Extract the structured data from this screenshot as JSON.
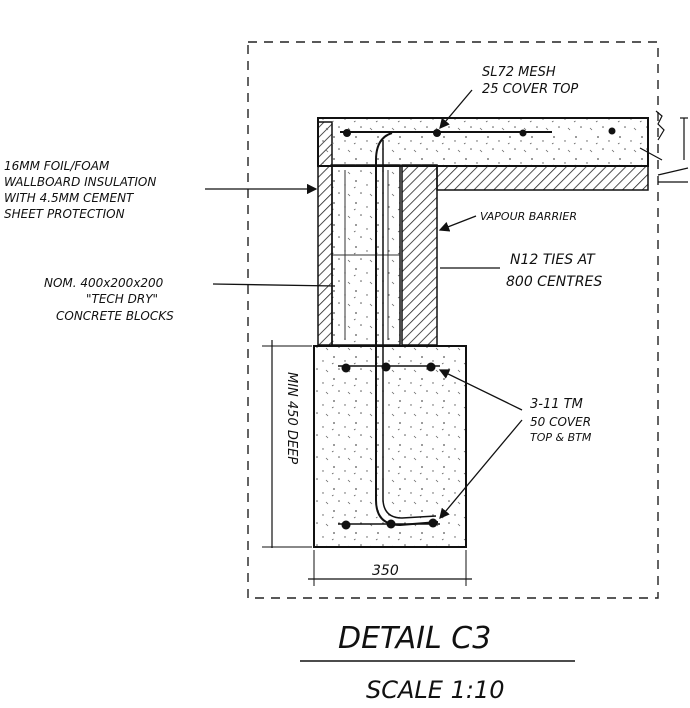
{
  "labels": {
    "mesh_line1": "SL72 MESH",
    "mesh_line2": "25 COVER TOP",
    "insulation_line1": "16MM FOIL/FOAM",
    "insulation_line2": "WALLBOARD INSULATION",
    "insulation_line3": "WITH 4.5MM CEMENT",
    "insulation_line4": "SHEET PROTECTION",
    "vapour": "VAPOUR BARRIER",
    "blocks_line1": "NOM. 400x200x200",
    "blocks_line2": "\"TECH DRY\"",
    "blocks_line3": "CONCRETE BLOCKS",
    "ties_line1": "N12 TIES AT",
    "ties_line2": "800 CENTRES",
    "bars_line1": "3-11 TM",
    "bars_line2": "50 COVER",
    "bars_line3": "TOP & BTM",
    "depth": "MIN 450 DEEP",
    "width": "350"
  },
  "title": {
    "name": "DETAIL C3",
    "scale": "SCALE 1:10"
  }
}
